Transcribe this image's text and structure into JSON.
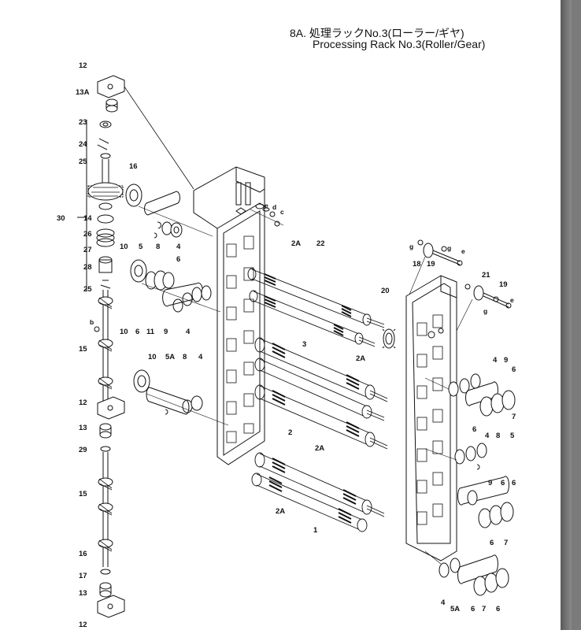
{
  "document": {
    "title_jp": "8A. 処理ラックNo.3(ローラー/ギヤ)",
    "title_en": "Processing Rack No.3(Roller/Gear)"
  },
  "callouts": {
    "c12a": "12",
    "c13a": "13A",
    "c23": "23",
    "c24": "24",
    "c25a": "25",
    "c16a": "16",
    "c30": "30",
    "c14": "14",
    "c26": "26",
    "c27": "27",
    "c28": "28",
    "c25b": "25",
    "cb": "b",
    "c15a": "15",
    "c12b": "12",
    "c13b": "13",
    "c29": "29",
    "c15b": "15",
    "c16b": "16",
    "c17": "17",
    "c13c": "13",
    "c12c": "12",
    "c10a": "10",
    "c5a": "5",
    "c8a": "8",
    "c4a": "4",
    "c6a": "6",
    "c10b": "10",
    "c6b": "6",
    "c11": "11",
    "c9a": "9",
    "c4b": "4",
    "c10c": "10",
    "c5Aa": "5A",
    "c8b": "8",
    "c4c": "4",
    "ce1": "e",
    "cd": "d",
    "cc": "c",
    "c2Aa": "2A",
    "c22": "22",
    "c20": "20",
    "c3": "3",
    "c2Ab": "2A",
    "c2": "2",
    "c2Ac": "2A",
    "c2Ad": "2A",
    "c1": "1",
    "cg1": "g",
    "ce2": "e",
    "cg2": "g",
    "c18": "18",
    "c19a": "19",
    "c21": "21",
    "c19b": "19",
    "cg3": "g",
    "ce3": "e",
    "c4d": "4",
    "c9b": "9",
    "c6c": "6",
    "c7a": "7",
    "c6d": "6",
    "c4e": "4",
    "c8c": "8",
    "c5b": "5",
    "c9c": "9",
    "c6e": "6",
    "c6f": "6",
    "c7b": "7",
    "c4f": "4",
    "c5Ab": "5A",
    "c6g": "6",
    "c7c": "7",
    "c6h": "6"
  }
}
